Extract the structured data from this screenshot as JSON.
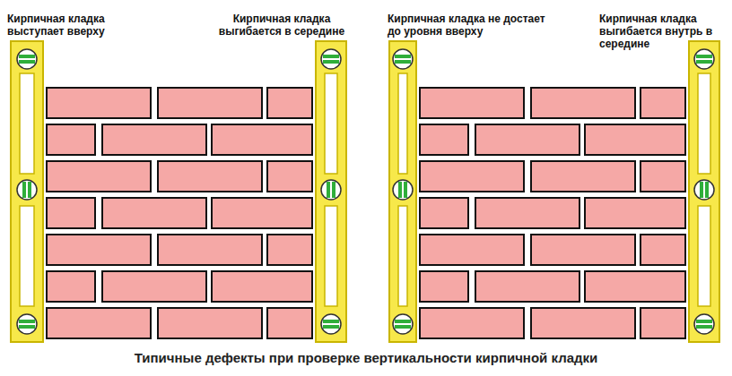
{
  "diagram": {
    "caption": "Типичные дефекты при проверке вертикальности кирпичной кладки",
    "labels": [
      "Кирпичная кладка выступает вверху",
      "Кирпичная кладка выгибается в середине",
      "Кирпичная кладка не достает до уровня вверху",
      "Кирпичная кладка выгибается внутрь в середине"
    ]
  }
}
